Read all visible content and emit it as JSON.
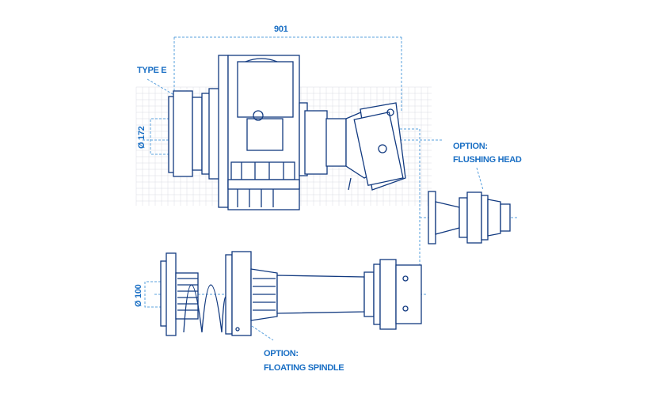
{
  "dimensions": {
    "length": "901",
    "flange_diameter": "Ø 172",
    "spindle_diameter": "Ø 100"
  },
  "labels": {
    "type": "TYPE E",
    "flushing_option_line1": "OPTION:",
    "flushing_option_line2": "FLUSHING HEAD",
    "spindle_option_line1": "OPTION:",
    "spindle_option_line2": "FLOATING SPINDLE"
  },
  "colors": {
    "line": "#123a80",
    "annotation": "#1a6fc4",
    "dimension": "#5aa0dd"
  }
}
